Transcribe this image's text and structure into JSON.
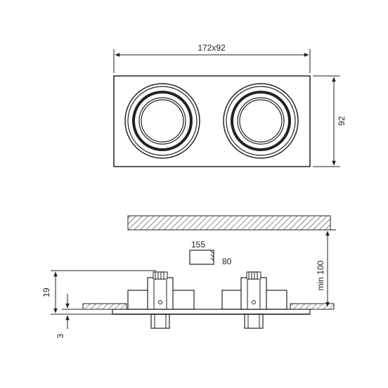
{
  "top_view": {
    "overall_dim_label": "172x92",
    "height_dim_label": "92"
  },
  "side_view": {
    "cutout_label": "155",
    "cutout_depth_label": "80",
    "min_clearance_label": "min 100",
    "height_label": "19",
    "flange_label": "3"
  },
  "colors": {
    "line": "#222222",
    "background": "#ffffff"
  }
}
